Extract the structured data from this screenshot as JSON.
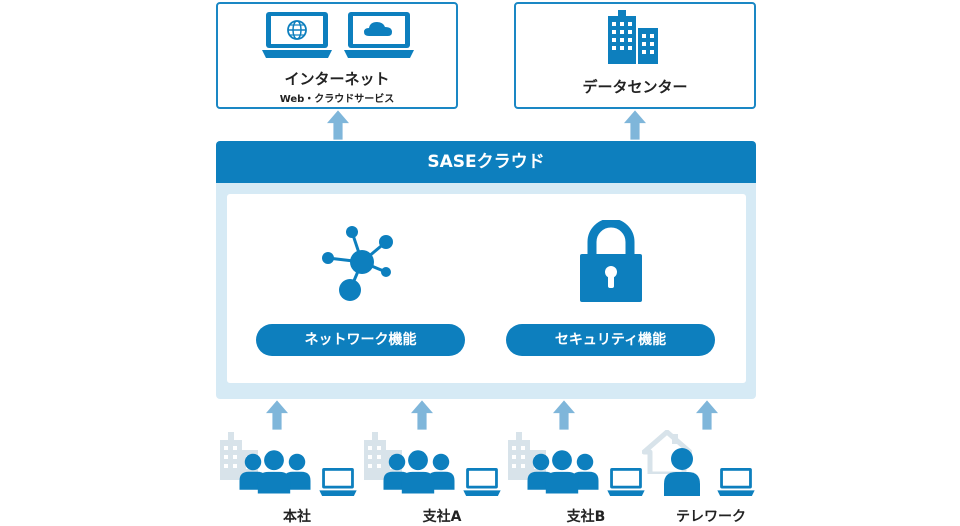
{
  "top": {
    "internet": {
      "title": "インターネット",
      "subtitle": "Web・クラウドサービス"
    },
    "datacenter": {
      "title": "データセンター"
    }
  },
  "sase": {
    "header": "SASEクラウド",
    "network_label": "ネットワーク機能",
    "security_label": "セキュリティ機能"
  },
  "sites": [
    {
      "label": "本社"
    },
    {
      "label": "支社A"
    },
    {
      "label": "支社B"
    },
    {
      "label": "テレワーク"
    }
  ],
  "colors": {
    "primary": "#0d7fbe",
    "arrow": "#7fb6da",
    "panel": "#d6eaf5",
    "faded_icon": "#d8e3ea"
  },
  "icons": {
    "internet": [
      "laptop-globe-icon",
      "laptop-cloud-icon"
    ],
    "datacenter": "building-icon",
    "network": "network-hub-icon",
    "security": "padlock-icon",
    "office": [
      "building-icon",
      "people-group-icon",
      "laptop-icon"
    ],
    "telework": [
      "house-icon",
      "person-icon",
      "laptop-icon"
    ]
  }
}
